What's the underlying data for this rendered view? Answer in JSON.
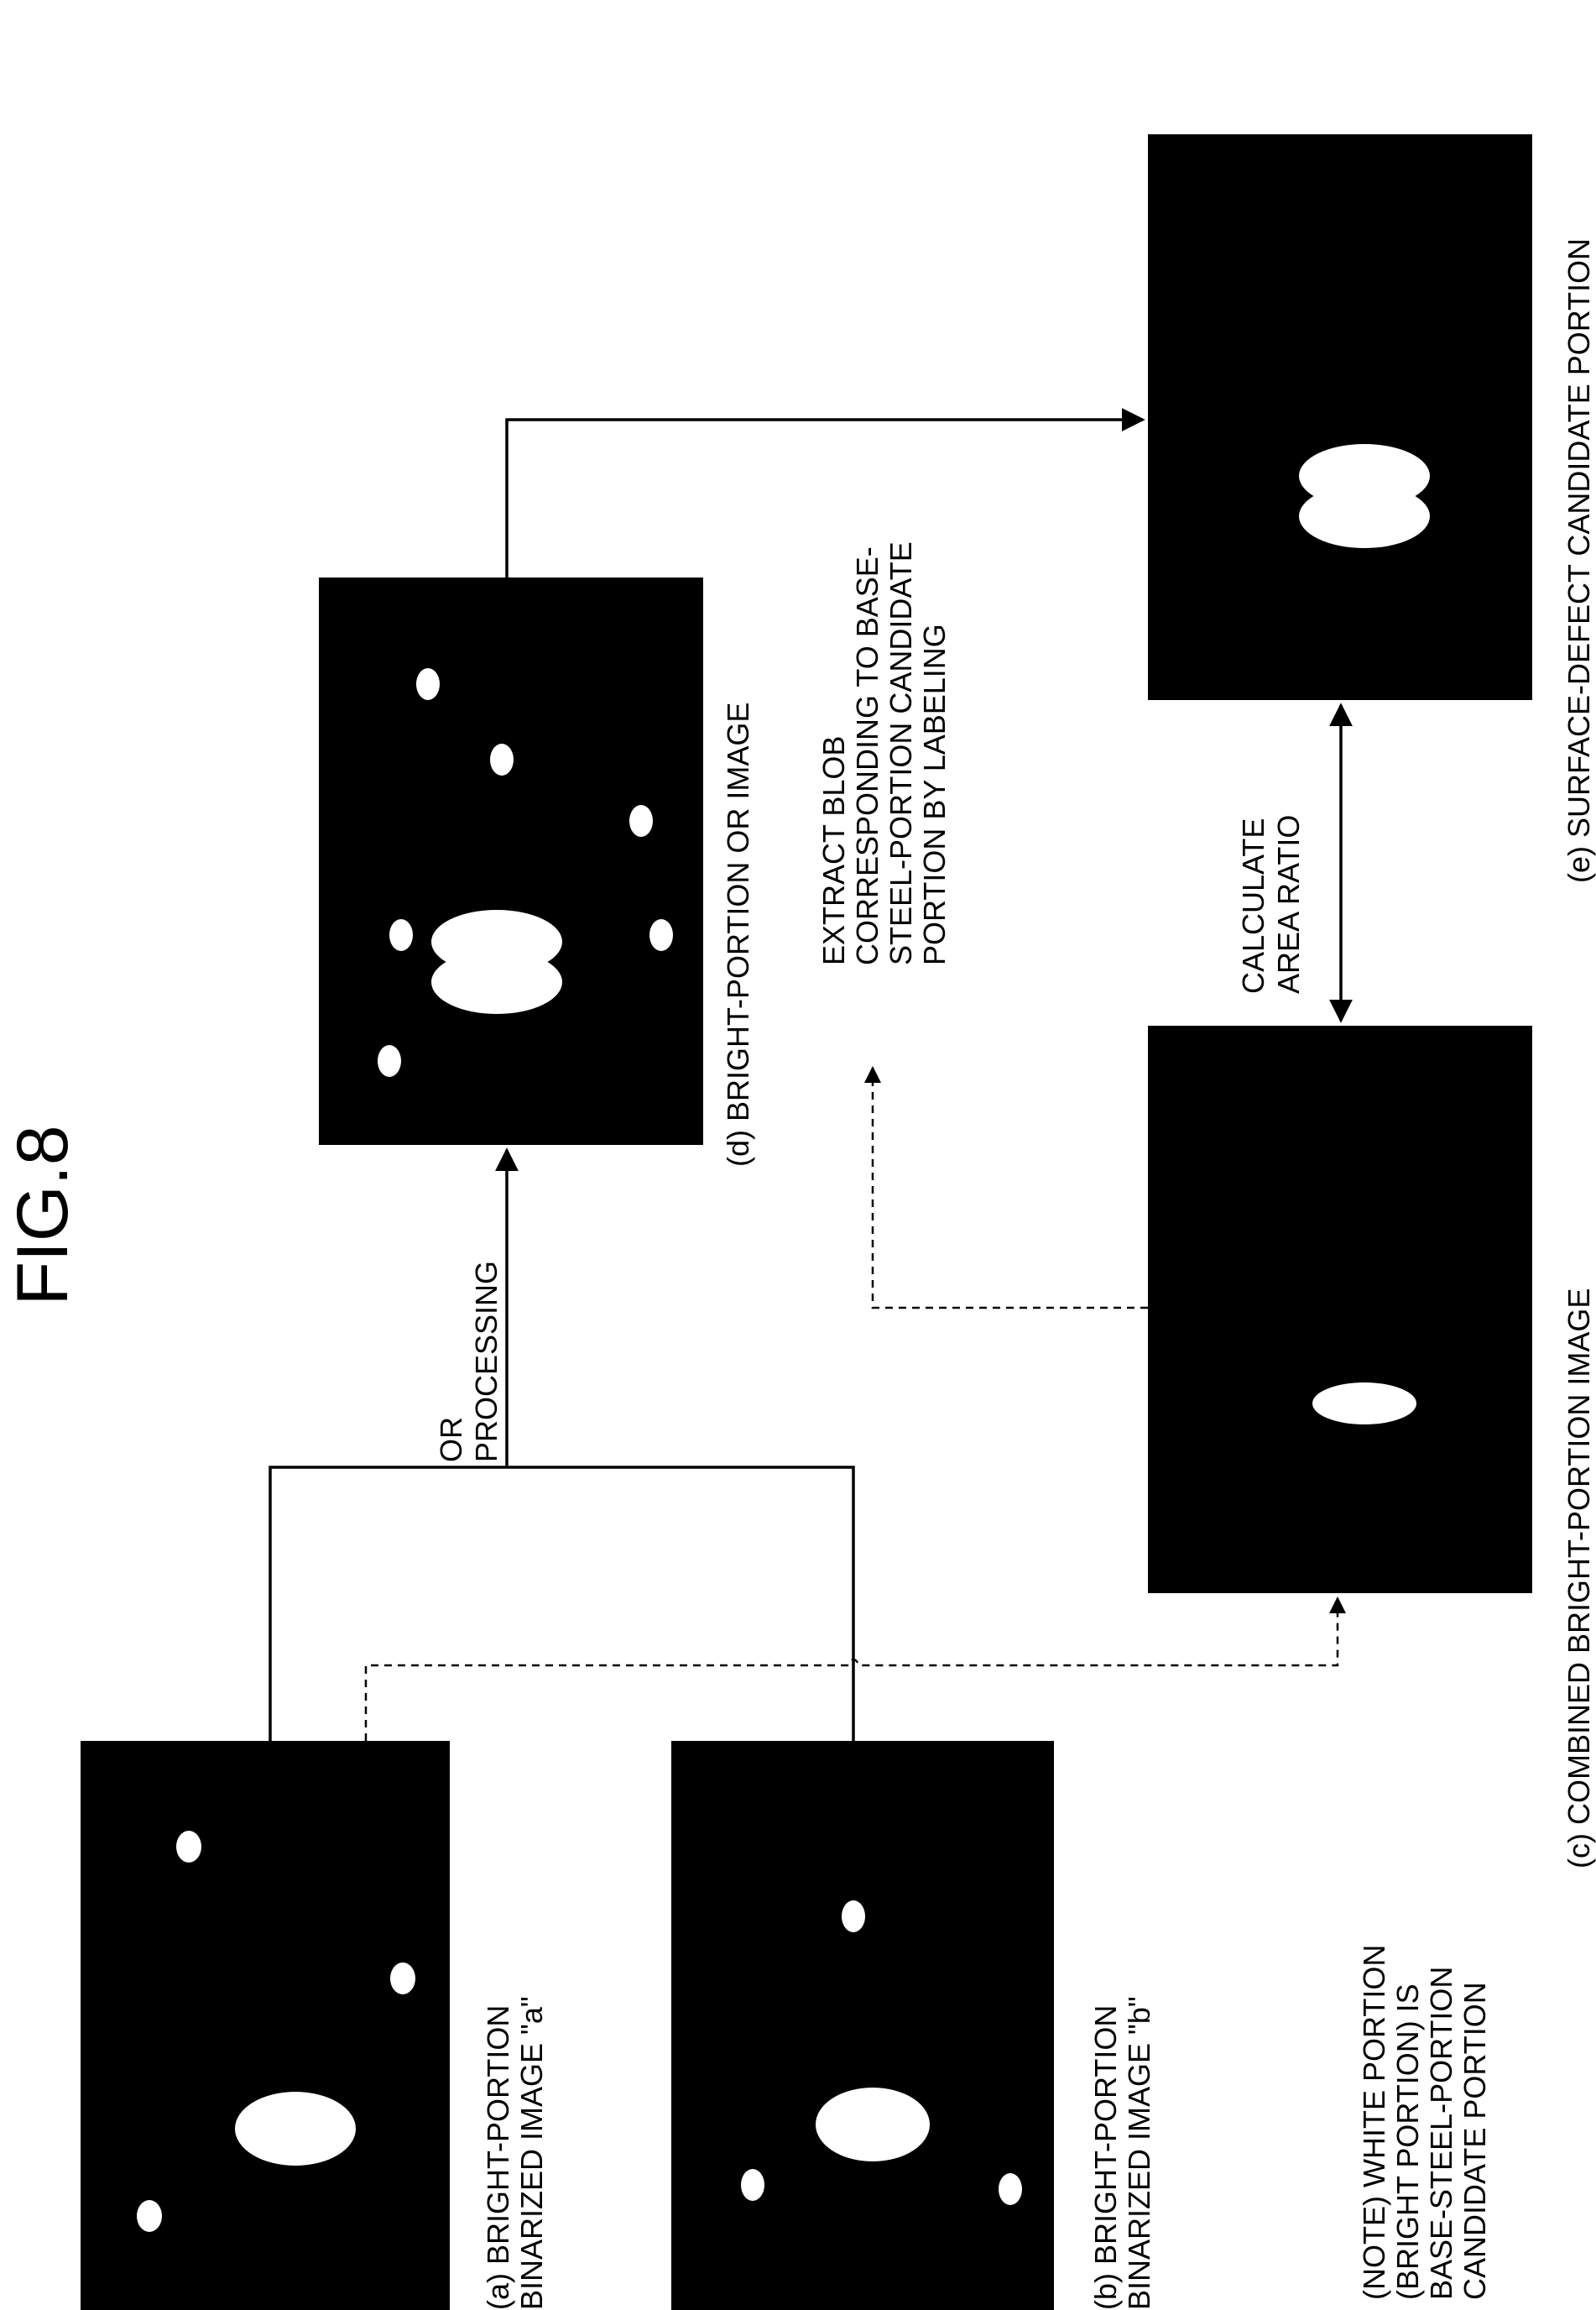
{
  "figure": {
    "title": "FIG.8"
  },
  "panels": {
    "a": {
      "lines": [
        "(a) BRIGHT-PORTION",
        "BINARIZED IMAGE \"a\""
      ]
    },
    "b": {
      "lines": [
        "(b) BRIGHT-PORTION",
        "BINARIZED IMAGE \"b\""
      ]
    },
    "c": {
      "label": "(c) COMBINED BRIGHT-PORTION IMAGE",
      "note_lines": [
        "(NOTE) WHITE PORTION",
        "(BRIGHT PORTION) IS",
        "BASE-STEEL-PORTION",
        "CANDIDATE PORTION"
      ]
    },
    "d": {
      "label": "(d) BRIGHT-PORTION OR IMAGE"
    },
    "e": {
      "label": "(e) SURFACE-DEFECT CANDIDATE PORTION"
    }
  },
  "steps": {
    "or_processing": [
      "OR",
      "PROCESSING"
    ],
    "extract_blob": [
      "EXTRACT BLOB",
      "CORRESPONDING TO BASE-",
      "STEEL-PORTION CANDIDATE",
      "PORTION BY LABELING"
    ],
    "area_ratio": [
      "CALCULATE",
      "AREA RATIO"
    ]
  }
}
